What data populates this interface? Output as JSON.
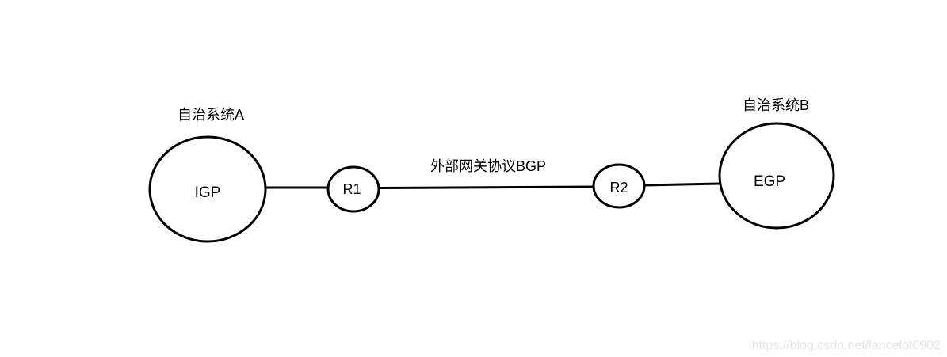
{
  "diagram": {
    "title_as_a": "自治系统A",
    "title_as_b": "自治系统B",
    "link_label": "外部网关协议BGP",
    "nodes": {
      "igp": {
        "label": "IGP"
      },
      "r1": {
        "label": "R1"
      },
      "r2": {
        "label": "R2"
      },
      "egp": {
        "label": "EGP"
      }
    },
    "stroke_color": "#000000",
    "text_color": "#000000",
    "background_color": "#ffffff"
  },
  "watermark": {
    "text": "https://blog.csdn.net/lancelot0902",
    "color": "#e6e6e6"
  }
}
